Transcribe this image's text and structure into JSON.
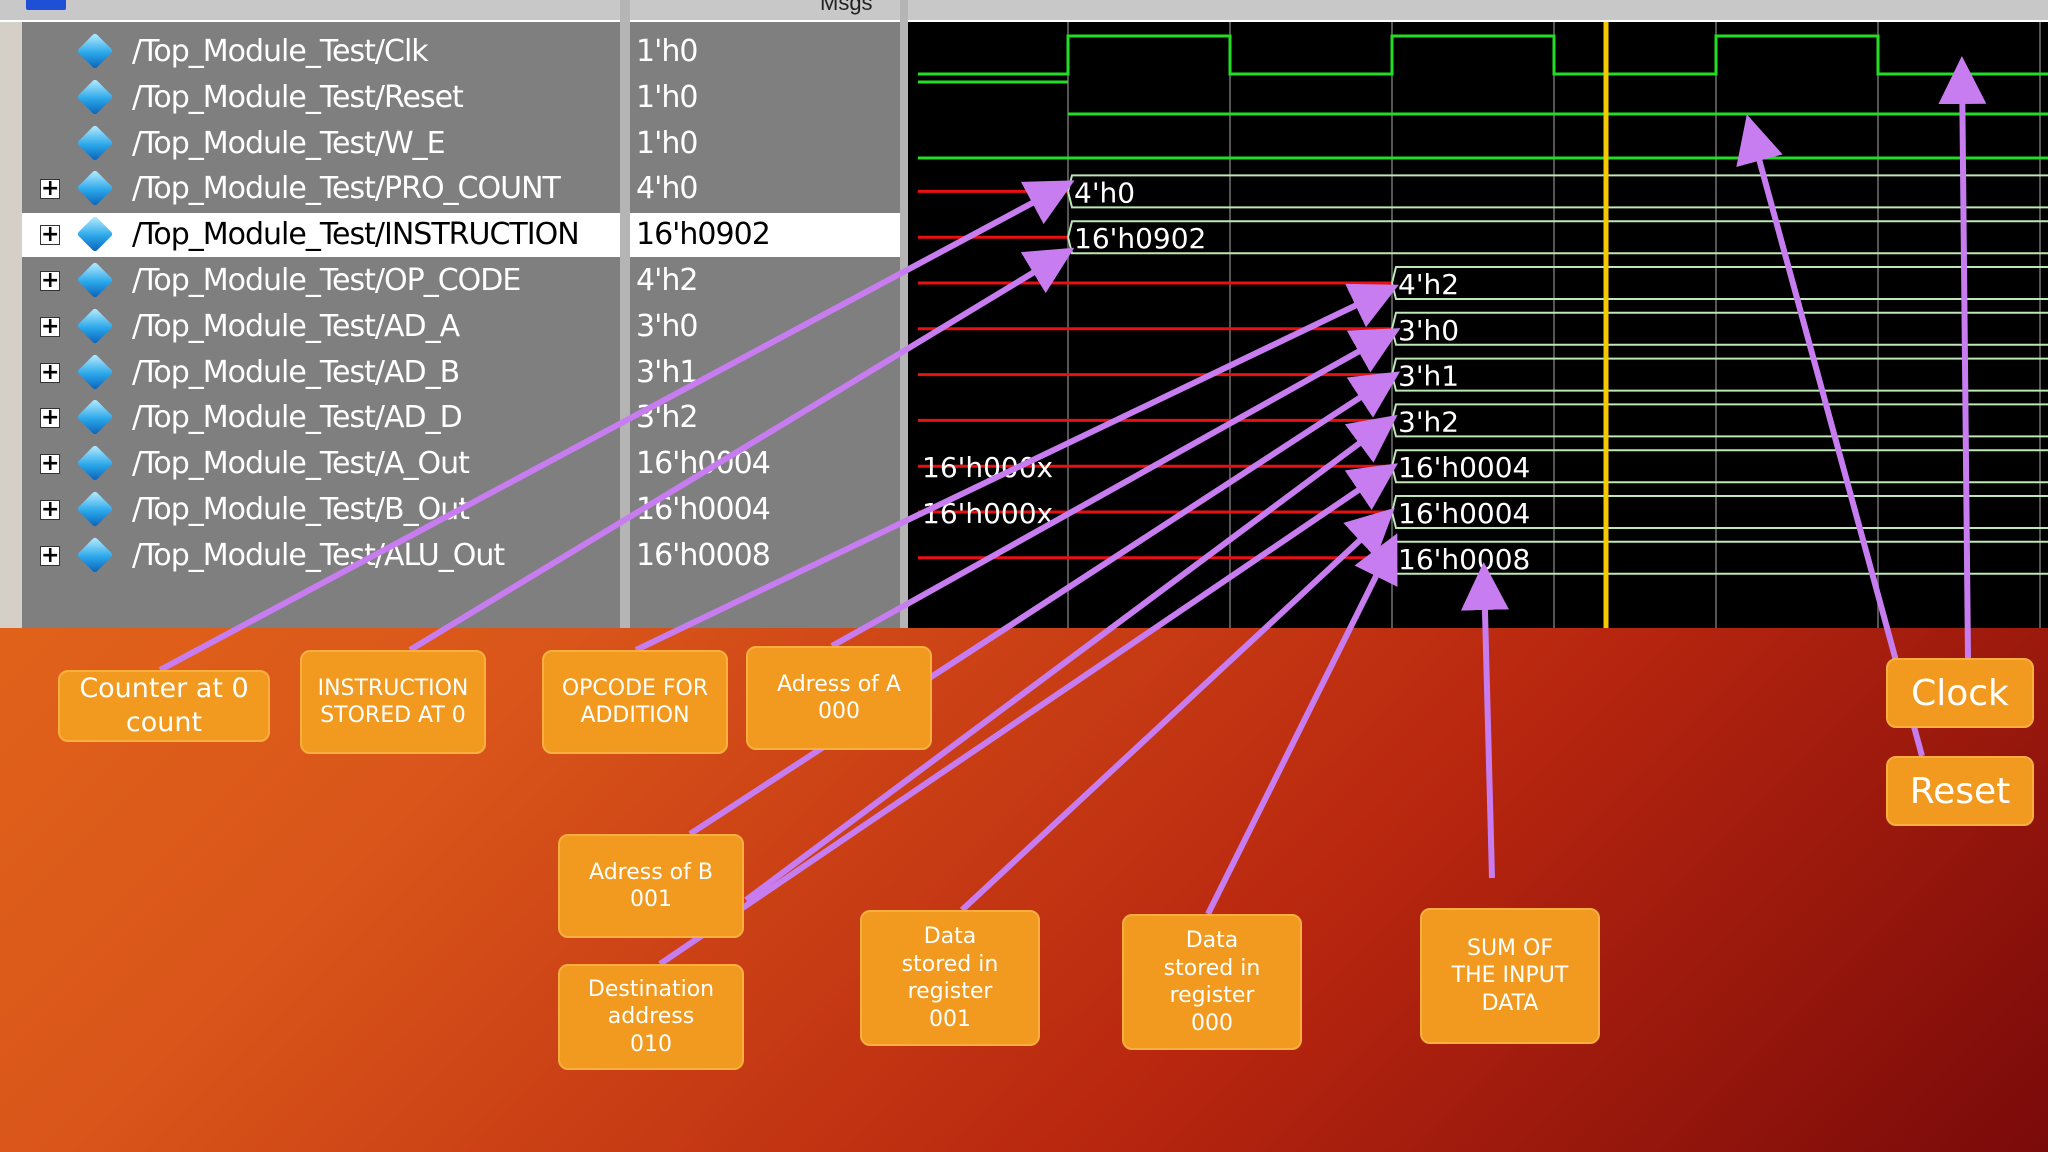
{
  "header": {
    "column_hint": "Msgs"
  },
  "signals": [
    {
      "name": "/Top_Module_Test/Clk",
      "value": "1'h0",
      "expandable": false,
      "selected": false
    },
    {
      "name": "/Top_Module_Test/Reset",
      "value": "1'h0",
      "expandable": false,
      "selected": false
    },
    {
      "name": "/Top_Module_Test/W_E",
      "value": "1'h0",
      "expandable": false,
      "selected": false
    },
    {
      "name": "/Top_Module_Test/PRO_COUNT",
      "value": "4'h0",
      "expandable": true,
      "selected": false
    },
    {
      "name": "/Top_Module_Test/INSTRUCTION",
      "value": "16'h0902",
      "expandable": true,
      "selected": true
    },
    {
      "name": "/Top_Module_Test/OP_CODE",
      "value": "4'h2",
      "expandable": true,
      "selected": false
    },
    {
      "name": "/Top_Module_Test/AD_A",
      "value": "3'h0",
      "expandable": true,
      "selected": false
    },
    {
      "name": "/Top_Module_Test/AD_B",
      "value": "3'h1",
      "expandable": true,
      "selected": false
    },
    {
      "name": "/Top_Module_Test/AD_D",
      "value": "3'h2",
      "expandable": true,
      "selected": false
    },
    {
      "name": "/Top_Module_Test/A_Out",
      "value": "16'h0004",
      "expandable": true,
      "selected": false
    },
    {
      "name": "/Top_Module_Test/B_Out",
      "value": "16'h0004",
      "expandable": true,
      "selected": false
    },
    {
      "name": "/Top_Module_Test/ALU_Out",
      "value": "16'h0008",
      "expandable": true,
      "selected": false
    }
  ],
  "wave_labels": {
    "pro_count": "4'h0",
    "instruction": "16'h0902",
    "op_code": "4'h2",
    "ad_a": "3'h0",
    "ad_b": "3'h1",
    "ad_d": "3'h2",
    "a_out_pre": "16'h000x",
    "a_out": "16'h0004",
    "b_out_pre": "16'h000x",
    "b_out": "16'h0004",
    "alu_out": "16'h0008"
  },
  "callouts": {
    "counter": "Counter at 0 count",
    "instruction": "INSTRUCTION STORED AT 0",
    "opcode": "OPCODE FOR ADDITION",
    "adress_a": "Adress of A 000",
    "adress_b": "Adress of B 001",
    "destination": "Destination address 010",
    "data_001": "Data stored in register 001",
    "data_000": "Data stored in register 000",
    "sum": "SUM OF THE INPUT DATA",
    "clock": "Clock",
    "reset": "Reset"
  },
  "colors": {
    "wave_green": "#22dd22",
    "bus_outline": "#bde8b5",
    "undefined_red": "#e81010",
    "cursor_yellow": "#f5c800",
    "arrow_purple": "#c77df0",
    "callout_orange": "#f19a1f"
  }
}
